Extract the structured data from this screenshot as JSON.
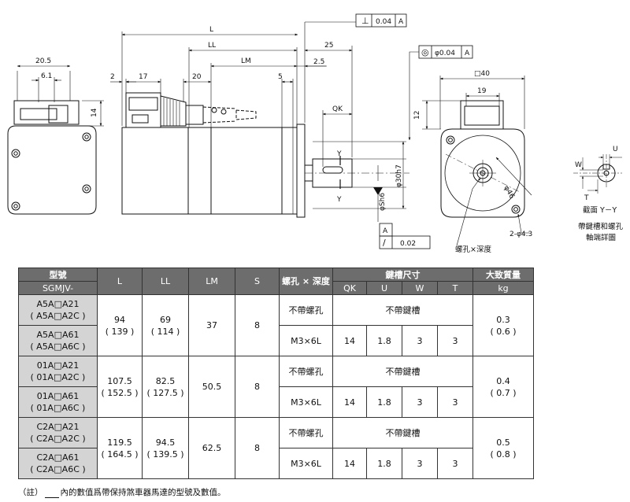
{
  "drawing": {
    "dims": {
      "L": "L",
      "LL": "LL",
      "LM": "LM",
      "d25": "25",
      "d2_5": "2.5",
      "d5": "5",
      "d20": "20",
      "d17": "17",
      "d2": "2",
      "d20_5": "20.5",
      "d6_1": "6.1",
      "d14": "14",
      "QK": "QK",
      "d40": "□40",
      "d19": "19",
      "d12": "12",
      "sh6": "φSh6",
      "d30h7": "φ30h7",
      "d46": "φ46",
      "holes": "2-φ4.3",
      "Y": "Y",
      "A": "A",
      "W": "W",
      "U": "U",
      "T": "T"
    },
    "tolerances": {
      "perp_sym": "⊥",
      "perp_val": "0.04",
      "perp_ref": "A",
      "conc_sym": "◎",
      "conc_val": "φ0.04",
      "conc_ref": "A",
      "runout_sym": "/",
      "runout_val": "0.02",
      "datum": "A"
    },
    "labels": {
      "screw_hole": "螺孔×深度",
      "section": "截面 Y－Y",
      "keyway_line1": "帶鍵槽和螺孔",
      "keyway_line2": "軸端詳圖"
    }
  },
  "table": {
    "headers": {
      "model": "型號",
      "model_sub": "SGMJV-",
      "L": "L",
      "LL": "LL",
      "LM": "LM",
      "S": "S",
      "screw": "螺孔 × 深度",
      "keyway": "鍵槽尺寸",
      "QK": "QK",
      "U": "U",
      "W": "W",
      "T": "T",
      "mass": "大致質量",
      "mass_unit": "kg"
    },
    "groups": [
      {
        "rows": [
          {
            "model": "A5A□A21",
            "model_alt": "( A5A□A2C )",
            "screw": "不帶螺孔",
            "keyway": "不帶鍵槽"
          },
          {
            "model": "A5A□A61",
            "model_alt": "( A5A□A6C )",
            "screw": "M3×6L",
            "QK": "14",
            "U": "1.8",
            "W": "3",
            "T": "3"
          }
        ],
        "L": "94",
        "L_alt": "( 139 )",
        "LL": "69",
        "LL_alt": "( 114 )",
        "LM": "37",
        "S": "8",
        "mass": "0.3",
        "mass_alt": "( 0.6 )"
      },
      {
        "rows": [
          {
            "model": "01A□A21",
            "model_alt": "( 01A□A2C )",
            "screw": "不帶螺孔",
            "keyway": "不帶鍵槽"
          },
          {
            "model": "01A□A61",
            "model_alt": "( 01A□A6C )",
            "screw": "M3×6L",
            "QK": "14",
            "U": "1.8",
            "W": "3",
            "T": "3"
          }
        ],
        "L": "107.5",
        "L_alt": "( 152.5 )",
        "LL": "82.5",
        "LL_alt": "( 127.5 )",
        "LM": "50.5",
        "S": "8",
        "mass": "0.4",
        "mass_alt": "( 0.7 )"
      },
      {
        "rows": [
          {
            "model": "C2A□A21",
            "model_alt": "( C2A□A2C )",
            "screw": "不帶螺孔",
            "keyway": "不帶鍵槽"
          },
          {
            "model": "C2A□A61",
            "model_alt": "( C2A□A6C )",
            "screw": "M3×6L",
            "QK": "14",
            "U": "1.8",
            "W": "3",
            "T": "3"
          }
        ],
        "L": "119.5",
        "L_alt": "( 164.5 )",
        "LL": "94.5",
        "LL_alt": "( 139.5 )",
        "LM": "62.5",
        "S": "8",
        "mass": "0.5",
        "mass_alt": "( 0.8 )"
      }
    ]
  },
  "note": {
    "prefix": "（註）",
    "text": "內的數值爲帶保持煞車器馬達的型號及數值。"
  }
}
